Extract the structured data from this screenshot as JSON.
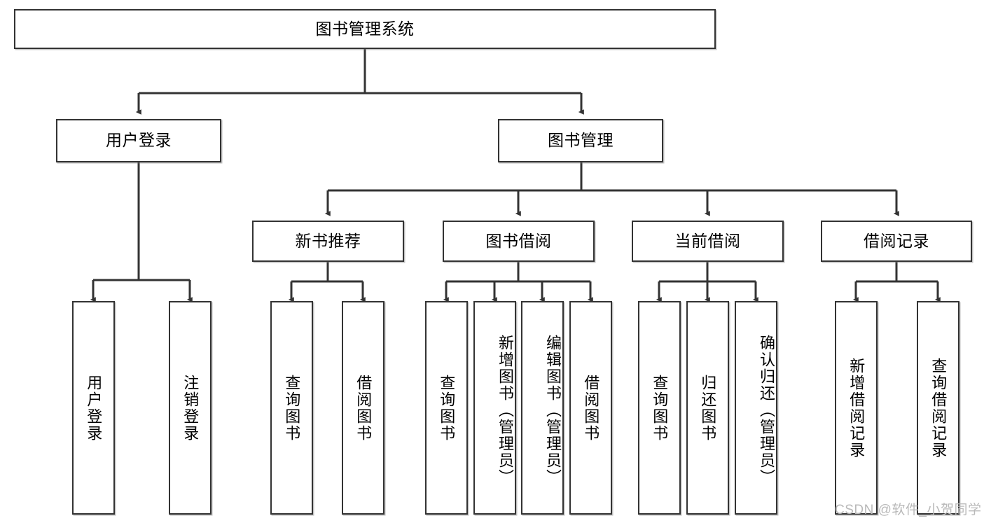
{
  "diagram": {
    "title": "图书管理系统",
    "watermark": "CSDN @软件_小贺同学",
    "line_color": "#333333",
    "box_fill": "#ffffff",
    "text_color": "#000000",
    "levels": {
      "root": {
        "label": "图书管理系统"
      },
      "level2": [
        {
          "label": "用户登录"
        },
        {
          "label": "图书管理"
        }
      ],
      "level3": [
        {
          "label": "新书推荐"
        },
        {
          "label": "图书借阅"
        },
        {
          "label": "当前借阅"
        },
        {
          "label": "借阅记录"
        }
      ],
      "leaves": {
        "user_login": [
          {
            "label": "用户登录"
          },
          {
            "label": "注销登录"
          }
        ],
        "new_book_recommend": [
          {
            "label": "查询图书"
          },
          {
            "label": "借阅图书"
          }
        ],
        "book_borrow": [
          {
            "label": "查询图书"
          },
          {
            "label": "新增图书（管理员）"
          },
          {
            "label": "编辑图书（管理员）"
          },
          {
            "label": "借阅图书"
          }
        ],
        "current_borrow": [
          {
            "label": "查询图书"
          },
          {
            "label": "归还图书"
          },
          {
            "label": "确认归还（管理员）"
          }
        ],
        "borrow_record": [
          {
            "label": "新增借阅记录"
          },
          {
            "label": "查询借阅记录"
          }
        ]
      }
    }
  }
}
